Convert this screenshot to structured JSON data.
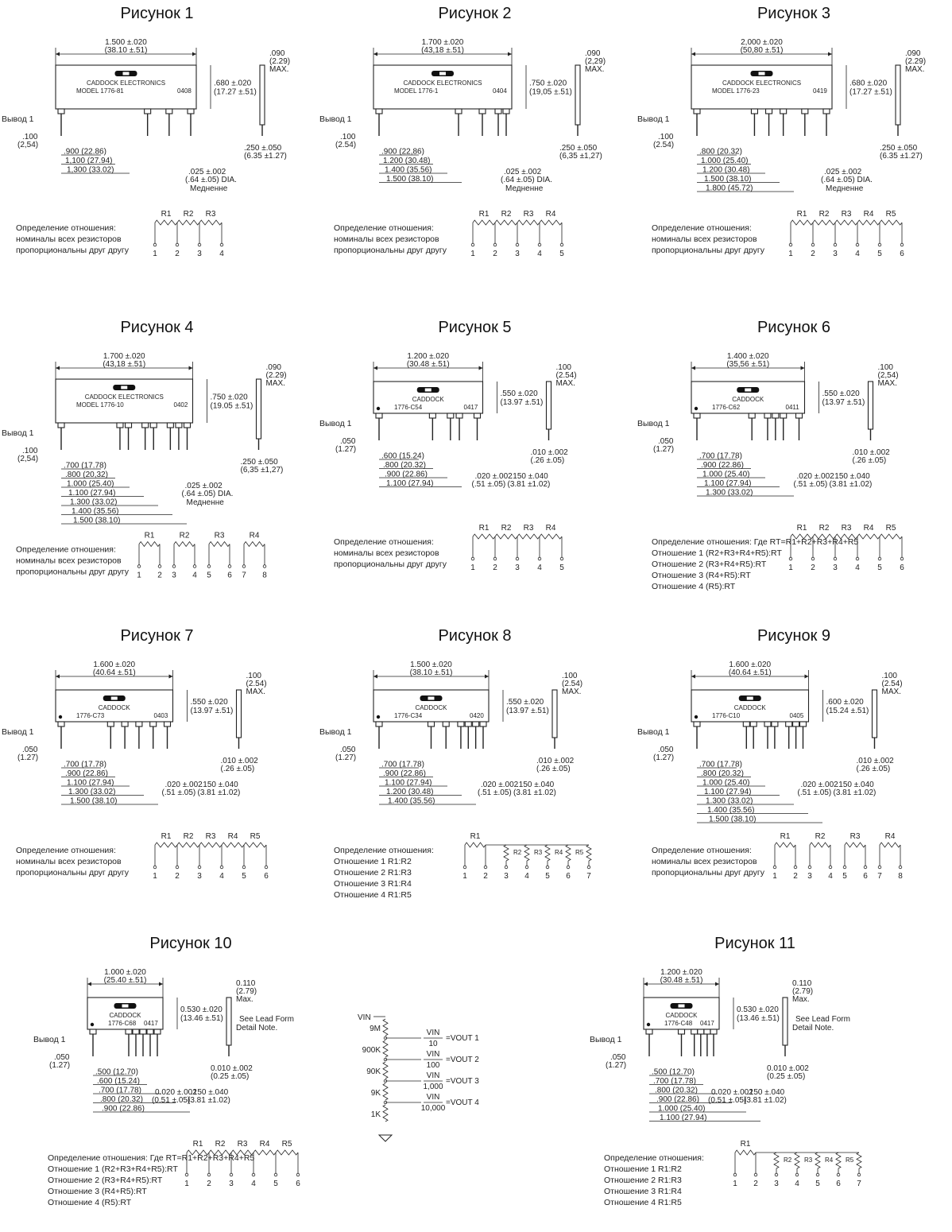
{
  "figures": [
    {
      "title": "Рисунок 1",
      "brand": "CADDOCK ELECTRONICS",
      "model": "MODEL 1776-81",
      "code": "0408",
      "pins": [
        0,
        120,
        150,
        180
      ],
      "length": [
        "1.500 ±.020",
        "(38.10 ±.51)"
      ],
      "height": [
        ".680 ±.020",
        "(17.27 ±.51)"
      ],
      "thickness": [
        ".090",
        "(2.29)",
        "MAX."
      ],
      "lead_len": [
        ".250 ±.050",
        "(6.35 ±1.27)"
      ],
      "dia": [
        ".025 ±.002",
        "(.64 ±.05) DIA.",
        "Медненне"
      ],
      "pitch": [
        ".100",
        "(2,54)"
      ],
      "dims": [
        ".900 (22.86)",
        "1,100 (27.94)",
        "1,300 (33.02)"
      ],
      "pin1": "Вывод 1",
      "note": [
        "Определение отношения:",
        "номиналы всех резисторов",
        "пропорциональны друг другу"
      ],
      "schematic": {
        "type": "chain",
        "labels": [
          "R1",
          "R2",
          "R3"
        ],
        "nodes": [
          "1",
          "2",
          "3",
          "4"
        ]
      }
    },
    {
      "title": "Рисунок 2",
      "brand": "CADDOCK ELECTRONICS",
      "model": "MODEL 1776-1",
      "code": "0404",
      "pins": [
        0,
        100,
        130,
        150,
        160
      ],
      "length": [
        "1.700 ±.020",
        "(43,18 ±.51)"
      ],
      "height": [
        ".750 ±.020",
        "(19,05 ±.51)"
      ],
      "thickness": [
        ".090",
        "(2,29)",
        "MAX."
      ],
      "lead_len": [
        ".250 ±.050",
        "(6,35 ±1,27)"
      ],
      "dia": [
        ".025 ±.002",
        "(.64 ±.05) DIA.",
        "Медненне"
      ],
      "pitch": [
        ".100",
        "(2.54)"
      ],
      "dims": [
        ".900 (22,86)",
        "1.200 (30.48)",
        "1.400 (35.56)",
        "1.500 (38.10)"
      ],
      "pin1": "Вывод 1",
      "note": [
        "Определение отношения:",
        "номиналы всех резисторов",
        "пропорциональны друг другу"
      ],
      "schematic": {
        "type": "chain",
        "labels": [
          "R1",
          "R2",
          "R3",
          "R4"
        ],
        "nodes": [
          "1",
          "2",
          "3",
          "4",
          "5"
        ]
      }
    },
    {
      "title": "Рисунок 3",
      "brand": "CADDOCK ELECTRONICS",
      "model": "MODEL 1776-23",
      "code": "0419",
      "pins": [
        0,
        80,
        100,
        120,
        150,
        180
      ],
      "length": [
        "2,000 ±.020",
        "(50,80 ±.51)"
      ],
      "height": [
        ".680 ±.020",
        "(17.27 ±.51)"
      ],
      "thickness": [
        ".090",
        "(2.29)",
        "MAX."
      ],
      "lead_len": [
        ".250 ±.050",
        "(6.35 ±1.27)"
      ],
      "dia": [
        ".025 ±.002",
        "(.64 ±.05) DIA.",
        "Медненне"
      ],
      "pitch": [
        ".100",
        "(2.54)"
      ],
      "dims": [
        ".800 (20.32)",
        "1.000 (25.40)",
        "1.200 (30.48)",
        "1.500 (38.10)",
        "1.800 (45.72)"
      ],
      "pin1": "Вывод 1",
      "note": [
        "Определение отношения:",
        "номиналы всех резисторов",
        "пропорциональны друг другу"
      ],
      "schematic": {
        "type": "chain",
        "labels": [
          "R1",
          "R2",
          "R3",
          "R4",
          "R5"
        ],
        "nodes": [
          "1",
          "2",
          "3",
          "4",
          "5",
          "6"
        ]
      }
    },
    {
      "title": "Рисунок 4",
      "brand": "CADDOCK ELECTRONICS",
      "model": "MODEL 1776-10",
      "code": "0402",
      "pins": [
        0,
        70,
        80,
        100,
        110,
        130,
        140,
        150
      ],
      "length": [
        "1.700 ±.020",
        "(43,18 ±.51)"
      ],
      "height": [
        ".750 ±.020",
        "(19.05 ±.51)"
      ],
      "thickness": [
        ".090",
        "(2.29)",
        "MAX."
      ],
      "lead_len": [
        ".250 ±.050",
        "(6,35 ±1,27)"
      ],
      "dia": [
        ".025 ±.002",
        "(.64 ±.05) DIA.",
        "Медненне"
      ],
      "pitch": [
        ".100",
        "(2,54)"
      ],
      "dims": [
        ".700 (17.78)",
        ".800 (20,32)",
        "1.000 (25.40)",
        "1.100 (27.94)",
        "1.300 (33.02)",
        "1.400 (35.56)",
        "1.500 (38.10)"
      ],
      "pin1": "Вывод 1",
      "note": [
        "Определение отношения:",
        "номиналы всех резисторов",
        "пропорциональны друг другу"
      ],
      "schematic": {
        "type": "pairs",
        "labels": [
          "R1",
          "R2",
          "R3",
          "R4"
        ],
        "nodes": [
          "1",
          "2",
          "3",
          "4",
          "5",
          "6",
          "7",
          "8"
        ]
      }
    },
    {
      "title": "Рисунок 5",
      "brand": "CADDOCK",
      "model": "1776-C54",
      "code": "0417",
      "pins": [
        0,
        60,
        80,
        90,
        110
      ],
      "length": [
        "1.200 ±.020",
        "(30.48 ±.51)"
      ],
      "height": [
        ".550 ±.020",
        "(13.97 ±.51)"
      ],
      "thickness": [
        ".100",
        "(2.54)",
        "MAX."
      ],
      "lead_len": [
        ".010 ±.002",
        "(.26 ±.05)"
      ],
      "dia": [
        ".020 ±.002",
        "(.51 ±.05)"
      ],
      "dia2": [
        ".150 ±.040",
        "(3.81 ±1.02)"
      ],
      "pitch": [
        ".050",
        "(1.27)"
      ],
      "dims": [
        ".600 (15.24)",
        ".800 (20.32)",
        ".900 (22.86)",
        "1.100 (27.94)"
      ],
      "pin1": "Вывод 1",
      "note": [
        "Определение отношения:",
        "номиналы всех резисторов",
        "пропорциональны друг другу"
      ],
      "schematic": {
        "type": "chain",
        "labels": [
          "R1",
          "R2",
          "R3",
          "R4"
        ],
        "nodes": [
          "1",
          "2",
          "3",
          "4",
          "5"
        ]
      }
    },
    {
      "title": "Рисунок 6",
      "brand": "CADDOCK",
      "model": "1776-C62",
      "code": "0411",
      "pins": [
        0,
        70,
        90,
        100,
        110,
        130
      ],
      "length": [
        "1.400 ±.020",
        "(35,56 ±.51)"
      ],
      "height": [
        ".550 ±.020",
        "(13.97 ±.51)"
      ],
      "thickness": [
        ".100",
        "(2,54)",
        "MAX."
      ],
      "lead_len": [
        ".010 ±.002",
        "(.26 ±.05)"
      ],
      "dia": [
        ".020 ±.002",
        "(.51 ±.05)"
      ],
      "dia2": [
        ".150 ±.040",
        "(3.81 ±1.02)"
      ],
      "pitch": [
        ".050",
        "(1.27)"
      ],
      "dims": [
        ".700 (17.78)",
        ".900 (22.86)",
        "1.000 (25.40)",
        "1.100 (27.94)",
        "1.300 (33.02)"
      ],
      "pin1": "Вывод 1",
      "note": [
        "Определение отношения: Где RT=R1+R2+R3+R4+R5",
        "Отношение 1 (R2+R3+R4+R5):RT",
        "Отношение 2 (R3+R4+R5):RT",
        "Отношение 3 (R4+R5):RT",
        "Отношение 4 (R5):RT"
      ],
      "schematic": {
        "type": "chain",
        "labels": [
          "R1",
          "R2",
          "R3",
          "R4",
          "R5"
        ],
        "nodes": [
          "1",
          "2",
          "3",
          "4",
          "5",
          "6"
        ]
      }
    },
    {
      "title": "Рисунок 7",
      "brand": "CADDOCK",
      "model": "1776-C73",
      "code": "0403",
      "pins": [
        0,
        70,
        90,
        110,
        130,
        150
      ],
      "length": [
        "1.600 ±.020",
        "(40.64 ±.51)"
      ],
      "height": [
        ".550 ±.020",
        "(13.97 ±.51)"
      ],
      "thickness": [
        ".100",
        "(2.54)",
        "MAX."
      ],
      "lead_len": [
        ".010 ±.002",
        "(.26 ±.05)"
      ],
      "dia": [
        ".020 ±.002",
        "(.51 ±.05)"
      ],
      "dia2": [
        ".150 ±.040",
        "(3.81 ±1.02)"
      ],
      "pitch": [
        ".050",
        "(1.27)"
      ],
      "dims": [
        ".700 (17.78)",
        ".900 (22.86)",
        "1.100 (27.94)",
        "1.300 (33.02)",
        "1.500 (38.10)"
      ],
      "pin1": "Вывод 1",
      "note": [
        "Определение отношения:",
        "номиналы всех резисторов",
        "пропорциональны друг другу"
      ],
      "schematic": {
        "type": "chain",
        "labels": [
          "R1",
          "R2",
          "R3",
          "R4",
          "R5"
        ],
        "nodes": [
          "1",
          "2",
          "3",
          "4",
          "5",
          "6"
        ]
      }
    },
    {
      "title": "Рисунок 8",
      "brand": "CADDOCK",
      "model": "1776-C34",
      "code": "0420",
      "pins": [
        0,
        70,
        90,
        110,
        120,
        130,
        140
      ],
      "length": [
        "1.500 ±.020",
        "(38.10 ±.51)"
      ],
      "height": [
        ".550 ±.020",
        "(13.97 ±.51)"
      ],
      "thickness": [
        ".100",
        "(2.54)",
        "MAX."
      ],
      "lead_len": [
        ".010 ±.002",
        "(.26 ±.05)"
      ],
      "dia": [
        ".020 ±.002",
        "(.51 ±.05)"
      ],
      "dia2": [
        ".150 ±.040",
        "(3.81 ±1.02)"
      ],
      "pitch": [
        ".050",
        "(1.27)"
      ],
      "dims": [
        ".700 (17.78)",
        ".900 (22.86)",
        "1.100 (27.94)",
        "1.200 (30.48)",
        "1.400 (35.56)"
      ],
      "pin1": "Вывод 1",
      "note": [
        "Определение отношения:",
        "Отношение 1  R1:R2",
        "Отношение 2  R1:R3",
        "Отношение 3  R1:R4",
        "Отношение 4  R1:R5"
      ],
      "schematic": {
        "type": "star",
        "labels": [
          "R1",
          "R2",
          "R3",
          "R4",
          "R5"
        ],
        "nodes": [
          "1",
          "2",
          "3",
          "4",
          "5",
          "6",
          "7"
        ]
      }
    },
    {
      "title": "Рисунок 9",
      "brand": "CADDOCK",
      "model": "1776-C10",
      "code": "0405",
      "pins": [
        0,
        70,
        80,
        100,
        110,
        130,
        140,
        150
      ],
      "length": [
        "1.600 ±.020",
        "(40.64 ±.51)"
      ],
      "height": [
        ".600 ±.020",
        "(15.24 ±.51)"
      ],
      "thickness": [
        ".100",
        "(2.54)",
        "MAX."
      ],
      "lead_len": [
        ".010 ±.002",
        "(.26 ±.05)"
      ],
      "dia": [
        ".020 ±.002",
        "(.51 ±.05)"
      ],
      "dia2": [
        ".150 ±.040",
        "(3.81 ±1.02)"
      ],
      "pitch": [
        ".050",
        "(1.27)"
      ],
      "dims": [
        ".700 (17.78)",
        ".800 (20.32)",
        "1.000 (25.40)",
        "1.100 (27.94)",
        "1.300 (33.02)",
        "1.400 (35.56)",
        "1.500 (38.10)"
      ],
      "pin1": "Вывод 1",
      "note": [
        "Определение отношения:",
        "номиналы всех резисторов",
        "пропорциональны друг другу"
      ],
      "schematic": {
        "type": "pairs",
        "labels": [
          "R1",
          "R2",
          "R3",
          "R4"
        ],
        "nodes": [
          "1",
          "2",
          "3",
          "4",
          "5",
          "6",
          "7",
          "8"
        ]
      }
    },
    {
      "title": "Рисунок 10",
      "brand": "CADDOCK",
      "model": "1776-C68",
      "code": "0417",
      "pins": [
        0,
        50,
        60,
        70,
        80,
        90
      ],
      "length": [
        "1.000 ±.020",
        "(25.40 ±.51)"
      ],
      "height": [
        "0.530 ±.020",
        "(13.46 ±.51)"
      ],
      "thickness": [
        "0.110",
        "(2.79)",
        "Max."
      ],
      "lead_len": [
        "0.010 ±.002",
        "(0.25 ±.05)"
      ],
      "dia": [
        "0.020 ±.002",
        "(0.51 ±.05)"
      ],
      "dia2": [
        ".150 ±.040",
        "(3.81 ±1.02)"
      ],
      "pitch": [
        ".050",
        "(1.27)"
      ],
      "dims": [
        ".500 (12.70)",
        ".600 (15.24)",
        ".700 (17.78)",
        ".800 (20.32)",
        ".900 (22.86)"
      ],
      "pin1": "Вывод 1",
      "leadform": [
        "See Lead Form",
        "Detail Note."
      ],
      "note": [
        "Определение отношения: Где RT=R1+R2+R3+R4+R5",
        "Отношение 1 (R2+R3+R4+R5):RT",
        "Отношение 2 (R3+R4+R5):RT",
        "Отношение 3 (R4+R5):RT",
        "Отношение 4 (R5):RT"
      ],
      "schematic": {
        "type": "chain",
        "labels": [
          "R1",
          "R2",
          "R3",
          "R4",
          "R5"
        ],
        "nodes": [
          "1",
          "2",
          "3",
          "4",
          "5",
          "6"
        ]
      }
    },
    {
      "title": "Рисунок 11",
      "brand": "CADDOCK",
      "model": "1776-C48",
      "code": "0417",
      "pins": [
        0,
        50,
        70,
        80,
        90,
        100
      ],
      "length": [
        "1.200 ±.020",
        "(30.48 ±.51)"
      ],
      "height": [
        "0.530 ±.020",
        "(13.46 ±.51)"
      ],
      "thickness": [
        "0.110",
        "(2.79)",
        "Max."
      ],
      "lead_len": [
        "0.010 ±.002",
        "(0.25 ±.05)"
      ],
      "dia": [
        "0.020 ±.002",
        "(0.51 ±.05)"
      ],
      "dia2": [
        ".150 ±.040",
        "(3.81 ±1.02)"
      ],
      "pitch": [
        ".050",
        "(1.27)"
      ],
      "dims": [
        ".500 (12.70)",
        ".700 (17.78)",
        ".800 (20.32)",
        ".900 (22.86)",
        "1.000 (25.40)",
        "1.100 (27.94)"
      ],
      "pin1": "Вывод 1",
      "leadform": [
        "See Lead Form",
        "Detail Note."
      ],
      "note": [
        "Определение отношения:",
        "Отношение 1  R1:R2",
        "Отношение 2  R1:R3",
        "Отношение 3  R1:R4",
        "Отношение 4  R1:R5"
      ],
      "schematic": {
        "type": "star",
        "labels": [
          "R1",
          "R2",
          "R3",
          "R4",
          "R5"
        ],
        "nodes": [
          "1",
          "2",
          "3",
          "4",
          "5",
          "6",
          "7"
        ]
      }
    }
  ],
  "divider": {
    "vin": "VIN",
    "resistors": [
      "9M",
      "900K",
      "90K",
      "9K",
      "1K"
    ],
    "fractions": [
      [
        "VIN",
        "10",
        "=VOUT 1"
      ],
      [
        "VIN",
        "100",
        "=VOUT 2"
      ],
      [
        "VIN",
        "1,000",
        "=VOUT 3"
      ],
      [
        "VIN",
        "10,000",
        "=VOUT 4"
      ]
    ]
  }
}
